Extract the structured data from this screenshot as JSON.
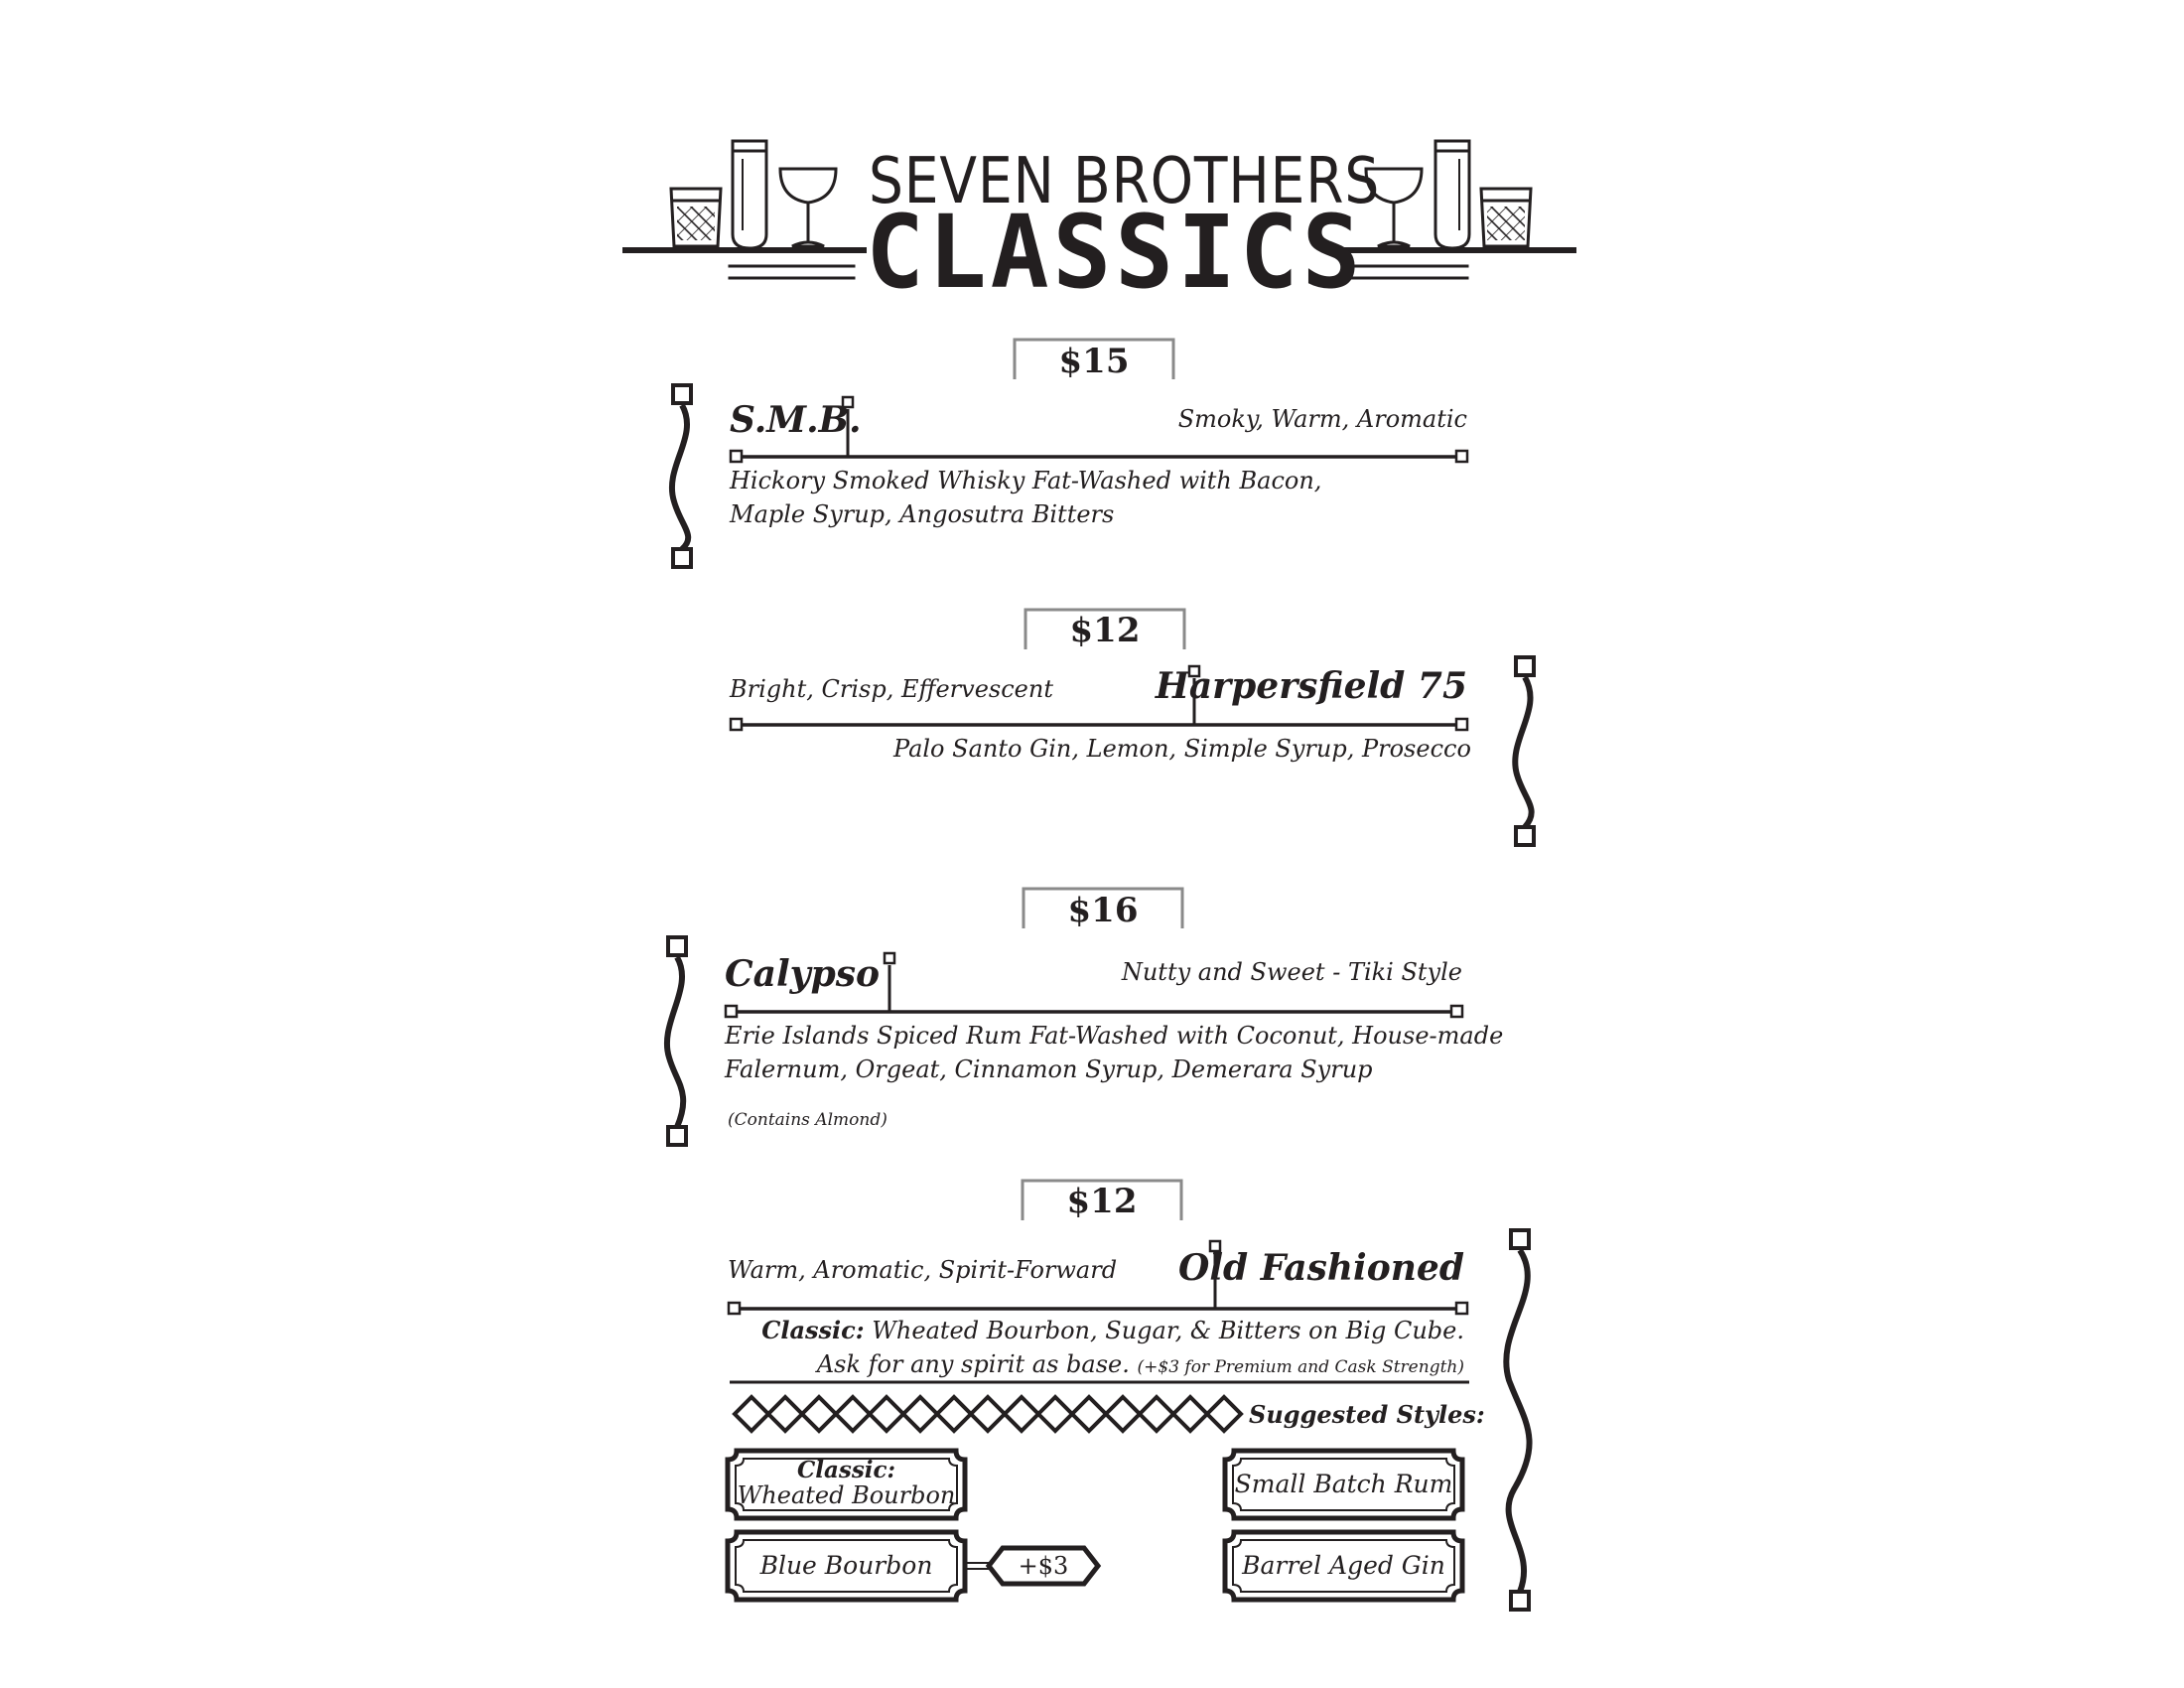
{
  "header": {
    "line1": "SEVEN BROTHERS",
    "line2": "CLASSICS"
  },
  "items": [
    {
      "price": "$15",
      "name": "S.M.B.",
      "tags": "Smoky, Warm, Aromatic",
      "desc_line1": "Hickory Smoked Whisky Fat-Washed with Bacon,",
      "desc_line2": "Maple Syrup, Angosutra Bitters"
    },
    {
      "price": "$12",
      "name": "Harpersfield 75",
      "tags": "Bright, Crisp, Effervescent",
      "desc_line1": "Palo Santo Gin, Lemon, Simple Syrup, Prosecco"
    },
    {
      "price": "$16",
      "name": "Calypso",
      "tags": "Nutty and Sweet - Tiki Style",
      "desc_line1": "Erie Islands Spiced Rum Fat-Washed with Coconut, House-made",
      "desc_line2": "Falernum, Orgeat, Cinnamon Syrup, Demerara Syrup",
      "note": "(Contains Almond)"
    },
    {
      "price": "$12",
      "name": "Old Fashioned",
      "tags": "Warm, Aromatic, Spirit-Forward",
      "classic_label": "Classic:",
      "classic_text": " Wheated Bourbon, Sugar, & Bitters on Big Cube.",
      "ask_text": "Ask for any spirit as base.",
      "ask_note": "(+$3 for Premium and Cask Strength)",
      "suggested_label": "Suggested Styles:",
      "styles": {
        "classic_title": "Classic:",
        "classic_sub": "Wheated Bourbon",
        "blue": "Blue Bourbon",
        "blue_upcharge": "+$3",
        "rum": "Small Batch Rum",
        "gin": "Barrel Aged Gin"
      }
    }
  ],
  "icons": [
    "rocks-glass-icon",
    "highball-glass-icon",
    "coupe-glass-icon"
  ],
  "colors": {
    "ink": "#231f20",
    "tab": "#8a8a8a",
    "paper": "#ffffff"
  }
}
